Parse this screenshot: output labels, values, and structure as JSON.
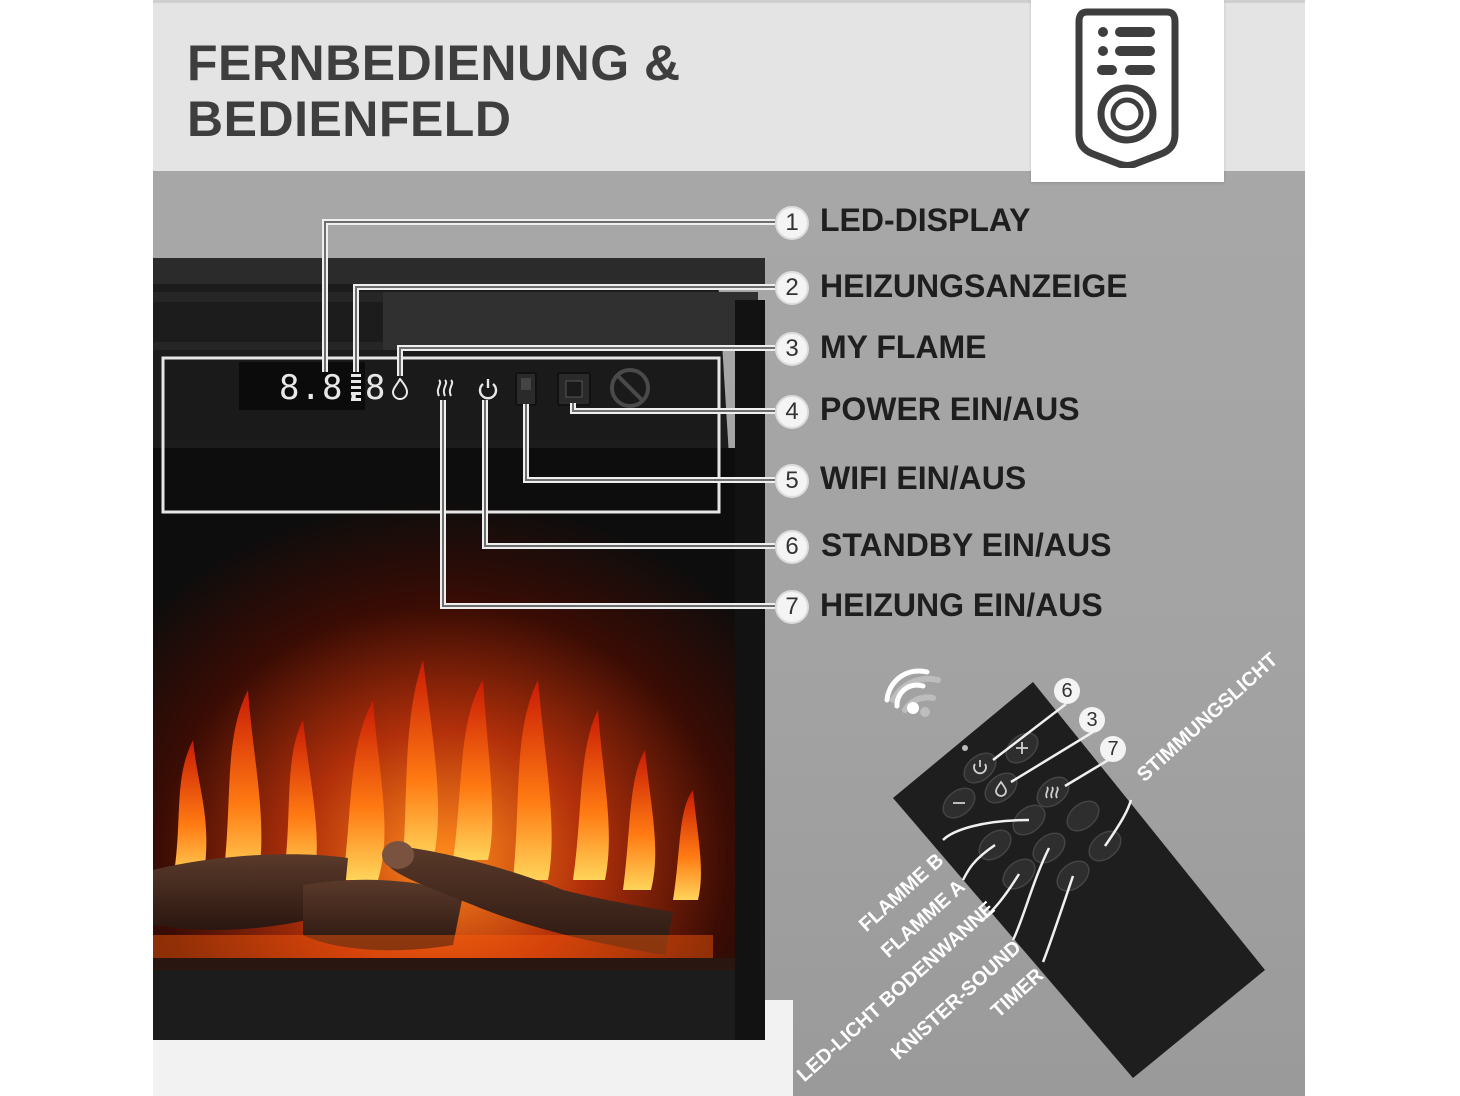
{
  "header": {
    "title_line1": "FERNBEDIENUNG &",
    "title_line2": "BEDIENFELD",
    "icon": "remote-control-icon"
  },
  "control_panel": {
    "display_text": "8.8.8",
    "icons": [
      "flame-icon",
      "heat-waves-icon",
      "power-icon",
      "wifi-switch-icon",
      "power-switch-icon",
      "brand-logo-icon"
    ]
  },
  "callouts": [
    {
      "num": "1",
      "label": "LED-DISPLAY"
    },
    {
      "num": "2",
      "label": "HEIZUNGSANZEIGE"
    },
    {
      "num": "3",
      "label": "MY FLAME"
    },
    {
      "num": "4",
      "label": "POWER EIN/AUS"
    },
    {
      "num": "5",
      "label": "WIFI EIN/AUS"
    },
    {
      "num": "6",
      "label": "STANDBY EIN/AUS"
    },
    {
      "num": "7",
      "label": "HEIZUNG EIN/AUS"
    }
  ],
  "remote": {
    "nums": [
      "6",
      "3",
      "7"
    ],
    "labels": {
      "flamme_b": "FLAMME B",
      "flamme_a": "FLAMME A",
      "led_licht": "LED-LICHT BODENWANNE",
      "knister": "KNISTER-SOUND",
      "timer": "TIMER",
      "stimmungslicht": "STIMMUNGSLICHT"
    },
    "icons": [
      "wifi-signal-icon",
      "power-icon",
      "plus-icon",
      "minus-icon",
      "flame-icon",
      "heat-waves-icon",
      "flame-b-icon",
      "mood-light-icon",
      "flame-a-icon",
      "sound-icon",
      "led-light-icon",
      "timer-icon"
    ]
  },
  "colors": {
    "header_bg": "#e4e4e4",
    "panel_bg": "#a6a6a6",
    "title": "#3e3e3e",
    "flame": "#f26a0a"
  }
}
